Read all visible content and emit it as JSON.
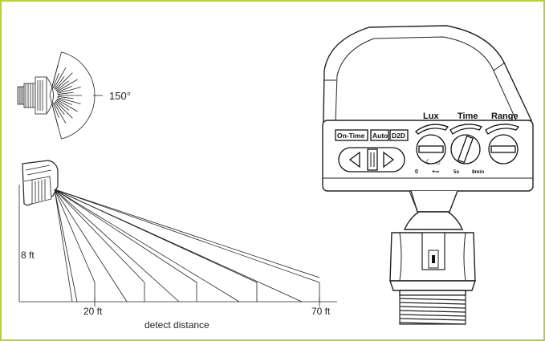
{
  "detection_angle": {
    "label": "150°"
  },
  "mounting_height": {
    "label": "8 ft"
  },
  "distance_axis": {
    "near_label": "20 ft",
    "far_label": "70 ft",
    "caption": "detect distance"
  },
  "mode_buttons": {
    "on_time": "On-Time",
    "auto": "Auto",
    "d2d": "D2D"
  },
  "knobs": {
    "lux": {
      "label": "Lux",
      "min_label": "0",
      "max_label": "+∞"
    },
    "time": {
      "label": "Time",
      "min_label": "5s",
      "max_label": "8min"
    },
    "range": {
      "label": "Range"
    }
  },
  "colors": {
    "border": "#b5d334",
    "line": "#222222"
  }
}
